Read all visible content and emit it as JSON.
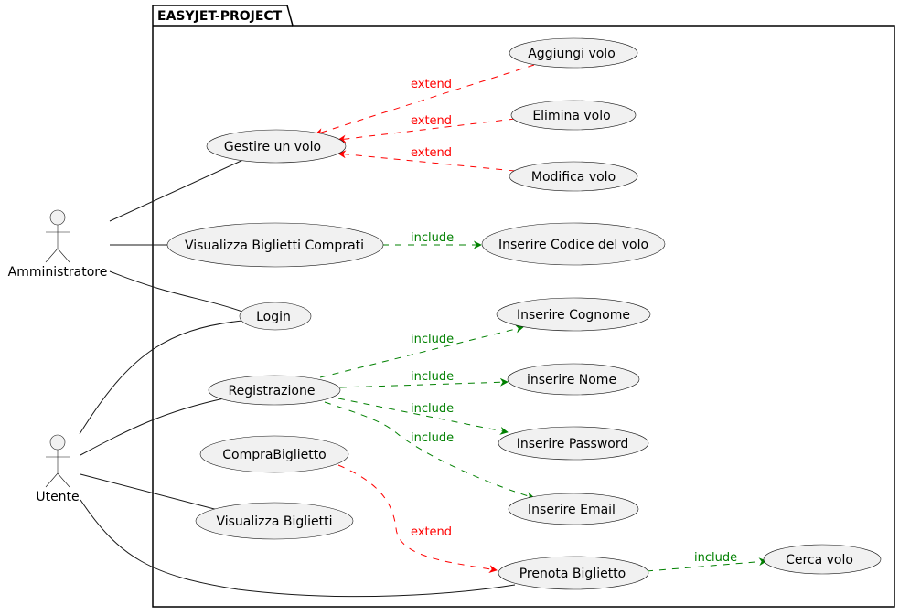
{
  "diagram": {
    "package_title": "EASYJET-PROJECT",
    "colors": {
      "extend": "#ff0000",
      "include": "#008000",
      "line": "#181818",
      "fill": "#f1f1f1"
    },
    "actors": {
      "admin": "Amministratore",
      "user": "Utente"
    },
    "use_cases": {
      "aggiungi": "Aggiungi volo",
      "elimina": "Elimina volo",
      "gestire": "Gestire un volo",
      "modifica": "Modifica volo",
      "visualizza_comprati": "Visualizza Biglietti Comprati",
      "codice": "Inserire Codice del volo",
      "login": "Login",
      "cognome": "Inserire Cognome",
      "registrazione": "Registrazione",
      "nome": "inserire Nome",
      "password": "Inserire Password",
      "compra": "CompraBiglietto",
      "email": "Inserire Email",
      "visualizza": "Visualizza Biglietti",
      "prenota": "Prenota Biglietto",
      "cerca": "Cerca volo"
    },
    "relations": {
      "extend_label": "extend",
      "include_label": "include"
    }
  }
}
